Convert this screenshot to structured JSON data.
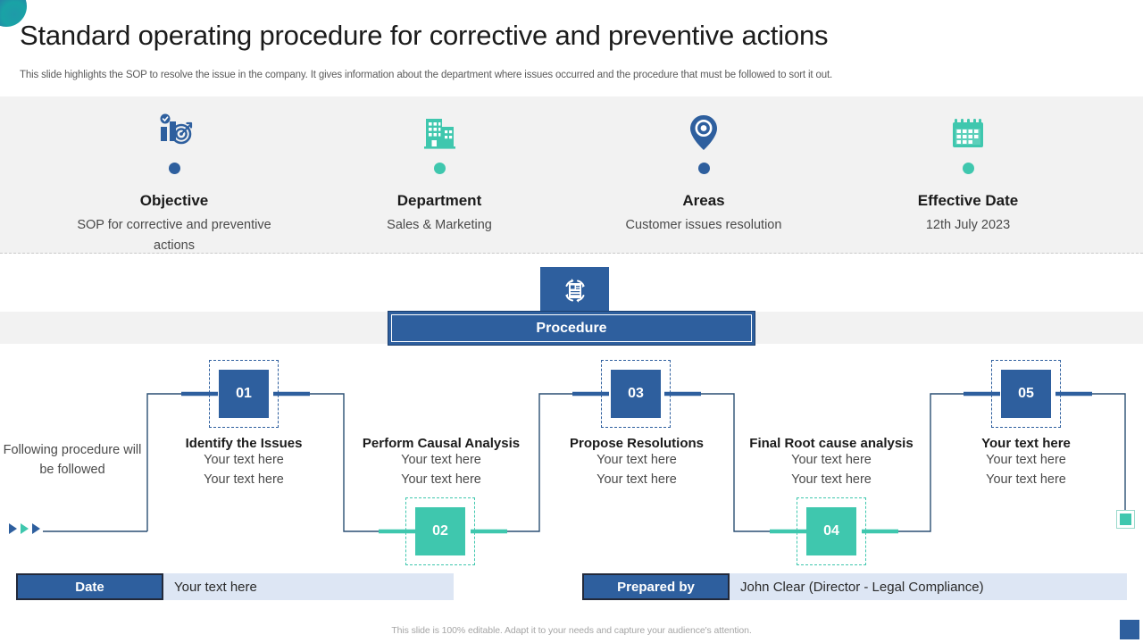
{
  "header": {
    "title": "Standard operating procedure for corrective and preventive actions",
    "subtitle": "This slide highlights the SOP to resolve the issue in the company. It gives information about the department where issues occurred and the procedure that must be followed to sort it out."
  },
  "colors": {
    "blue": "#2e5f9e",
    "teal": "#3fc7ae",
    "band_bg": "#f2f2f2",
    "field_value_bg": "#dde6f4",
    "dark_border": "#22293a"
  },
  "info": {
    "columns": [
      {
        "icon": "target-bar-chart-icon",
        "dot": "blue",
        "label": "Objective",
        "value": "SOP for corrective and preventive actions"
      },
      {
        "icon": "office-building-icon",
        "dot": "teal",
        "label": "Department",
        "value": "Sales & Marketing"
      },
      {
        "icon": "map-pin-icon",
        "dot": "blue",
        "label": "Areas",
        "value": "Customer issues resolution"
      },
      {
        "icon": "calendar-icon",
        "dot": "teal",
        "label": "Effective Date",
        "value": "12th July 2023"
      }
    ]
  },
  "procedure": {
    "icon": "process-document-icon",
    "banner_label": "Procedure",
    "intro_text": "Following procedure will be followed",
    "arrows": [
      "blue",
      "teal",
      "blue"
    ],
    "end_marker": "flow-end-marker",
    "steps": [
      {
        "number": "01",
        "color": "blue",
        "position": "top",
        "title": "Identify the Issues",
        "line1": "Your text here",
        "line2": "Your text here"
      },
      {
        "number": "02",
        "color": "teal",
        "position": "bottom",
        "title": "Perform Causal Analysis",
        "line1": "Your text here",
        "line2": "Your text here"
      },
      {
        "number": "03",
        "color": "blue",
        "position": "top",
        "title": "Propose Resolutions",
        "line1": "Your text here",
        "line2": "Your text here"
      },
      {
        "number": "04",
        "color": "teal",
        "position": "bottom",
        "title": "Final Root cause analysis",
        "line1": "Your text here",
        "line2": "Your text here"
      },
      {
        "number": "05",
        "color": "blue",
        "position": "top",
        "title": "Your text here",
        "line1": "Your text here",
        "line2": "Your text here"
      }
    ]
  },
  "fields": [
    {
      "label": "Date",
      "value": "Your text here"
    },
    {
      "label": "Prepared by",
      "value": "John Clear (Director - Legal Compliance)"
    }
  ],
  "footnote": "This slide is 100% editable. Adapt it to your needs and capture your audience's attention."
}
